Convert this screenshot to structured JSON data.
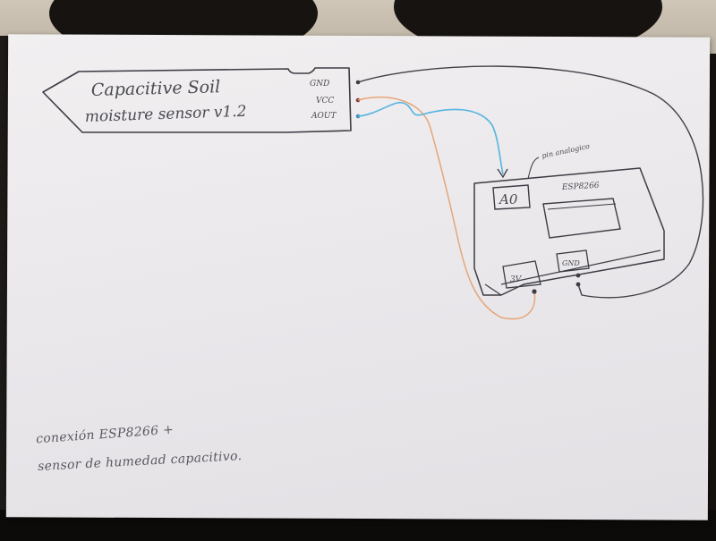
{
  "sensor": {
    "line1": "Capacitive Soil",
    "line2": "moisture sensor v1.2",
    "pins": [
      "GND",
      "VCC",
      "AOUT"
    ]
  },
  "board": {
    "name": "ESP8266",
    "pin_note": "pin analogico",
    "analog_pin": "A0",
    "power_pin": "3V",
    "ground_pin": "GND"
  },
  "caption": {
    "line1": "conexión ESP8266 +",
    "line2": "sensor de humedad capacitivo."
  },
  "colors": {
    "ink": "#3c3c44",
    "signal_wire": "#55b4e0",
    "power_wire": "#e6a679",
    "ground_wire": "#404048"
  }
}
